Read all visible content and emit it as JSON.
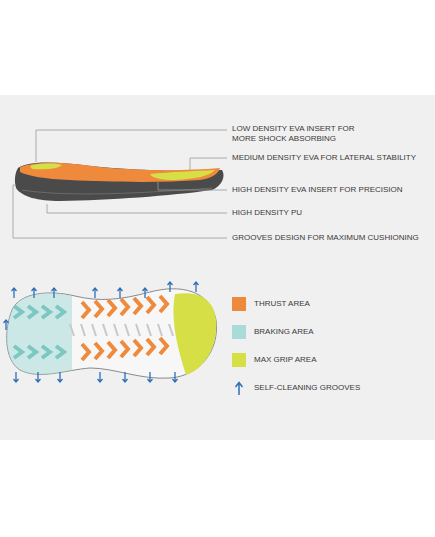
{
  "diagram": {
    "labels": [
      "LOW DENSITY EVA INSERT FOR MORE SHOCK ABSORBING",
      "MEDIUM DENSITY EVA FOR LATERAL STABILITY",
      "HIGH DENSITY EVA INSERT FOR PRECISION",
      "HIGH DENSITY PU",
      "GROOVES DESIGN FOR MAXIMUM CUSHIONING"
    ],
    "legend": [
      {
        "text": "THRUST AREA",
        "color": "#ef8a3c"
      },
      {
        "text": "BRAKING AREA",
        "color": "#a9dcd9"
      },
      {
        "text": "MAX GRIP AREA",
        "color": "#d6e046"
      },
      {
        "text": "SELF-CLEANING GROOVES"
      }
    ]
  }
}
